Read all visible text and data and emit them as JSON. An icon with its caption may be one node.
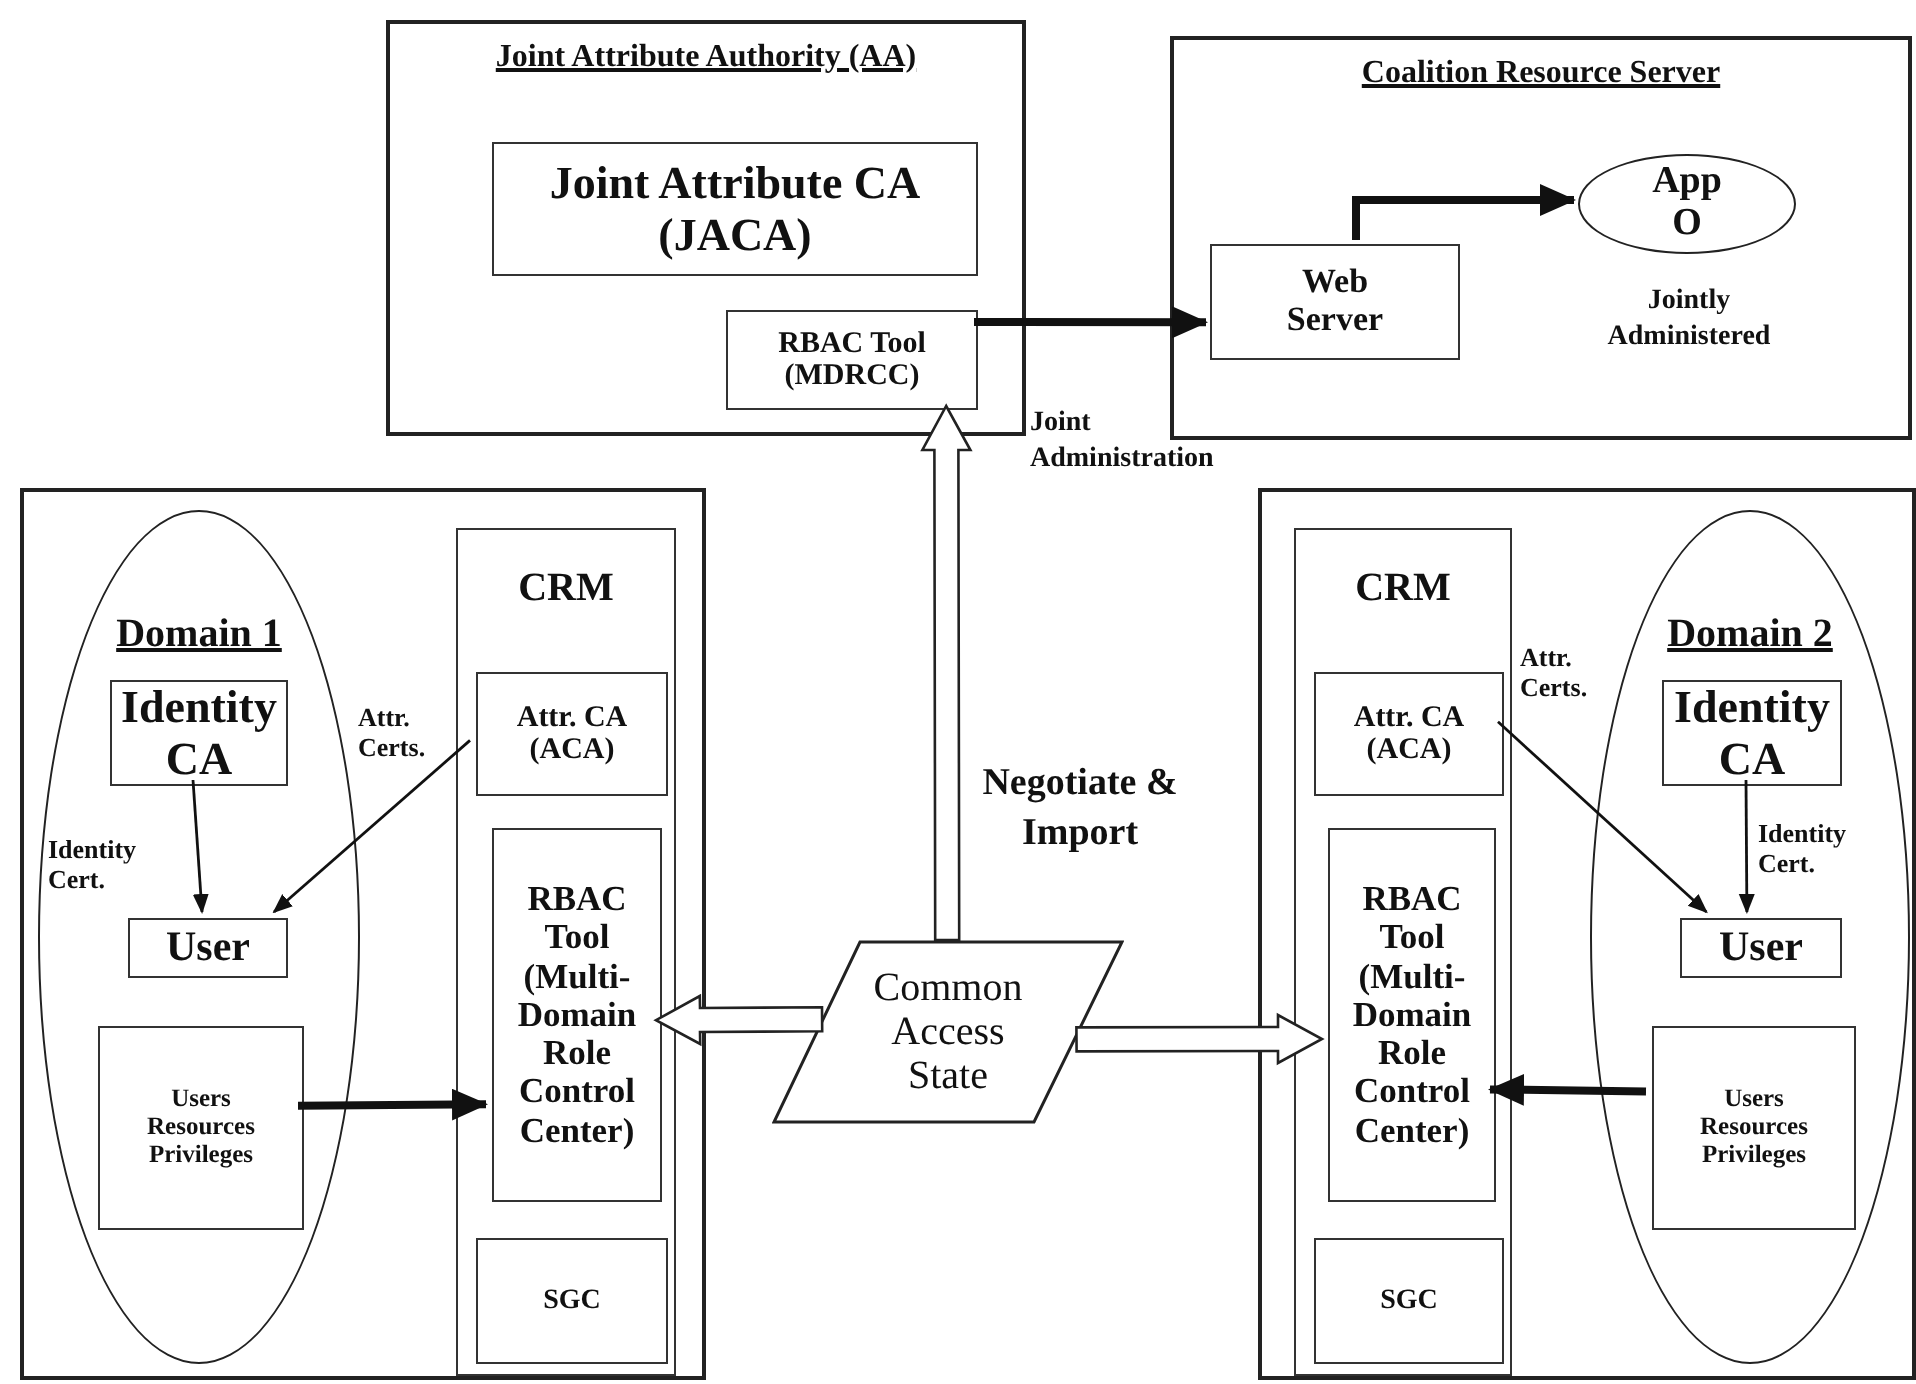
{
  "diagram": {
    "nodes": [
      {
        "text": [
          "Joint Attribute Authority (AA)"
        ]
      },
      {
        "text": [
          "Joint Attribute CA (JACA)"
        ],
        "in": 0
      },
      {
        "text": [
          "RBAC Tool (MDRCC)"
        ],
        "in": 0
      },
      {
        "text": [
          "Coalition Resource Server"
        ]
      },
      {
        "text": [
          "Web Server"
        ],
        "in": 3
      },
      {
        "text": [
          "App O"
        ],
        "in": 3,
        "beside": [
          "Jointly Administered"
        ]
      },
      {
        "text": [],
        "shape": "box"
      },
      {
        "text": [
          "Domain 1"
        ],
        "in": 6
      },
      {
        "text": [
          "Identity CA"
        ],
        "in": 7
      },
      {
        "text": [
          "User"
        ],
        "in": 7
      },
      {
        "text": [
          "Users Resources Privileges"
        ],
        "in": 7
      },
      {
        "text": [
          "CRM"
        ],
        "in": 6
      },
      {
        "text": [
          "Attr. CA (ACA)"
        ],
        "in": 11
      },
      {
        "text": [
          "RBAC Tool (Multi-Domain Role Control Center)"
        ],
        "in": 11
      },
      {
        "text": [
          "SGC"
        ],
        "in": 11
      },
      {
        "text": [
          "Common Access State"
        ]
      },
      {
        "text": [],
        "shape": "box"
      },
      {
        "text": [
          "CRM"
        ],
        "in": 16
      },
      {
        "text": [
          "Attr. CA (ACA)"
        ],
        "in": 17
      },
      {
        "text": [
          "RBAC Tool (Multi-Domain Role Control Center)"
        ],
        "in": 17
      },
      {
        "text": [
          "SGC"
        ],
        "in": 17
      },
      {
        "text": [
          "Domain 2"
        ],
        "in": 16
      },
      {
        "text": [
          "Identity CA"
        ],
        "in": 21
      },
      {
        "text": [
          "User"
        ],
        "in": 21
      },
      {
        "text": [
          "Users Resources Privileges"
        ],
        "in": 21
      }
    ],
    "edges": [
      {
        "from": 2,
        "to": 4,
        "arrow": "to",
        "style": "thick"
      },
      {
        "from": 4,
        "to": 5,
        "arrow": "to",
        "style": "thick"
      },
      {
        "from": 15,
        "to": 2,
        "arrow": "to",
        "style": "thick",
        "color": "#ffffff"
      },
      {
        "from": 15,
        "to": 13,
        "arrow": "to",
        "style": "thick",
        "color": "#ffffff"
      },
      {
        "from": 15,
        "to": 19,
        "arrow": "to",
        "style": "thick",
        "color": "#ffffff"
      },
      {
        "from": 8,
        "to": 9,
        "arrow": "to",
        "label": "Identity Cert."
      },
      {
        "from": 12,
        "to": 9,
        "arrow": "to",
        "label": "Attr. Certs."
      },
      {
        "from": 10,
        "to": 13,
        "arrow": "to",
        "style": "thick"
      },
      {
        "from": 22,
        "to": 23,
        "arrow": "to",
        "label": "Identity Cert."
      },
      {
        "from": 18,
        "to": 23,
        "arrow": "to",
        "label": "Attr. Certs."
      },
      {
        "from": 24,
        "to": 19,
        "arrow": "to",
        "style": "thick"
      }
    ],
    "labels": [
      "Joint Administration",
      "Negotiate & Import"
    ]
  }
}
